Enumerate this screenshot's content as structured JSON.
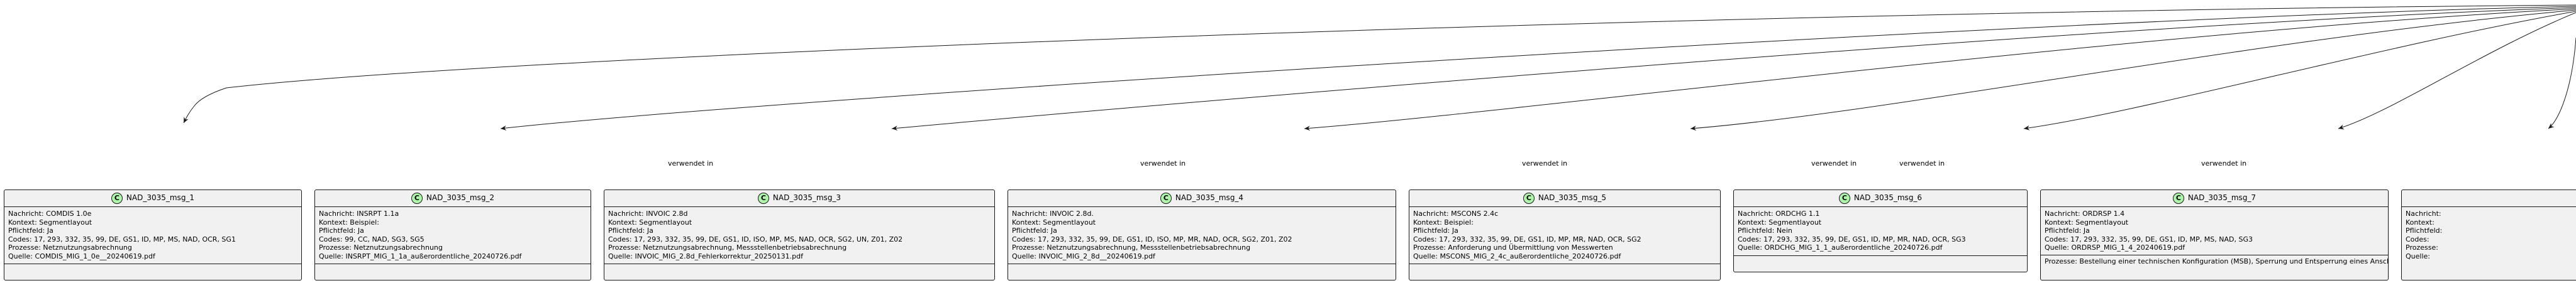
{
  "edge_label": "verwendet in",
  "nodes": [
    {
      "title": "NAD_3035_msg_1",
      "lines": [
        "Nachricht: COMDIS 1.0e",
        "Kontext: Segmentlayout",
        "Pflichtfeld: Ja",
        "Codes: 17, 293, 332, 35, 99, DE, GS1, ID, MP, MS, NAD, OCR, SG1",
        "Prozesse: Netznutzungsabrechnung",
        "Quelle: COMDIS_MIG_1_0e__20240619.pdf"
      ]
    },
    {
      "title": "NAD_3035_msg_2",
      "lines": [
        "Nachricht: INSRPT 1.1a",
        "Kontext: Beispiel:",
        "Pflichtfeld: Ja",
        "Codes: 99, CC, NAD, SG3, SG5",
        "Prozesse: Netznutzungsabrechnung",
        "Quelle: INSRPT_MIG_1_1a_außerordentliche_20240726.pdf"
      ]
    },
    {
      "title": "NAD_3035_msg_3",
      "lines": [
        "Nachricht: INVOIC 2.8d",
        "Kontext: Segmentlayout",
        "Pflichtfeld: Ja",
        "Codes: 17, 293, 332, 35, 99, DE, GS1, ID, ISO, MP, MS, NAD, OCR, SG2, UN, Z01, Z02",
        "Prozesse: Netznutzungsabrechnung, Messstellenbetriebsabrechnung",
        "Quelle: INVOIC_MIG_2.8d_Fehlerkorrektur_20250131.pdf"
      ]
    },
    {
      "title": "NAD_3035_msg_4",
      "lines": [
        "Nachricht: INVOIC 2.8d.",
        "Kontext: Segmentlayout",
        "Pflichtfeld: Ja",
        "Codes: 17, 293, 332, 35, 99, DE, GS1, ID, ISO, MP, MR, NAD, OCR, SG2, Z01, Z02",
        "Prozesse: Netznutzungsabrechnung, Messstellenbetriebsabrechnung",
        "Quelle: INVOIC_MIG_2_8d__20240619.pdf"
      ]
    },
    {
      "title": "NAD_3035_msg_5",
      "lines": [
        "Nachricht: MSCONS 2.4c",
        "Kontext: Beispiel:",
        "Pflichtfeld: Ja",
        "Codes: 17, 293, 332, 35, 99, DE, GS1, ID, MP, MR, NAD, OCR, SG2",
        "Prozesse: Anforderung und Übermittlung von Messwerten",
        "Quelle: MSCONS_MIG_2_4c_außerordentliche_20240726.pdf"
      ]
    },
    {
      "title": "NAD_3035_msg_6",
      "lines": [
        "Nachricht: ORDCHG 1.1",
        "Kontext: Segmentlayout",
        "Pflichtfeld: Nein",
        "Codes: 17, 293, 332, 35, 99, DE, GS1, ID, MP, MR, NAD, OCR, SG3",
        "Quelle: ORDCHG_MIG_1_1_außerordentliche_20240726.pdf"
      ]
    },
    {
      "title": "NAD_3035_msg_7",
      "lines": [
        "Nachricht: ORDRSP 1.4",
        "Kontext: Segmentlayout",
        "Pflichtfeld: Ja",
        "Codes: 17, 293, 332, 35, 99, DE, GS1, ID, MP, MS, NAD, SG3",
        "Quelle: ORDRSP_MIG_1_4_20240619.pdf"
      ],
      "extra": "Prozesse: Bestellung einer technischen Konfiguration (MSB), Sperrung und Entsperrung eines Anschlusses"
    },
    {
      "title": "",
      "lines": [
        "Nachricht:",
        "Kontext:",
        "Pflichtfeld:",
        "Codes:",
        "Prozesse:",
        "Quelle:"
      ],
      "partial": true
    }
  ]
}
